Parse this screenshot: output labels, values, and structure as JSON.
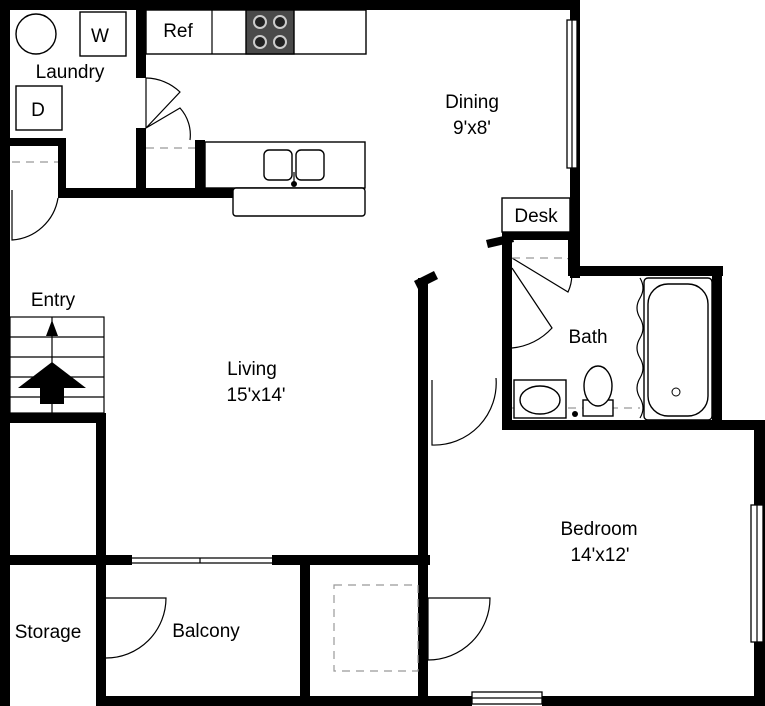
{
  "rooms": {
    "laundry": {
      "name": "Laundry"
    },
    "washer": {
      "label": "W"
    },
    "dryer": {
      "label": "D"
    },
    "refrigerator": {
      "label": "Ref"
    },
    "dining": {
      "name": "Dining",
      "size": "9'x8'"
    },
    "desk": {
      "label": "Desk"
    },
    "bath": {
      "name": "Bath"
    },
    "entry": {
      "name": "Entry"
    },
    "living": {
      "name": "Living",
      "size": "15'x14'"
    },
    "bedroom": {
      "name": "Bedroom",
      "size": "14'x12'"
    },
    "storage": {
      "name": "Storage"
    },
    "balcony": {
      "name": "Balcony"
    }
  }
}
